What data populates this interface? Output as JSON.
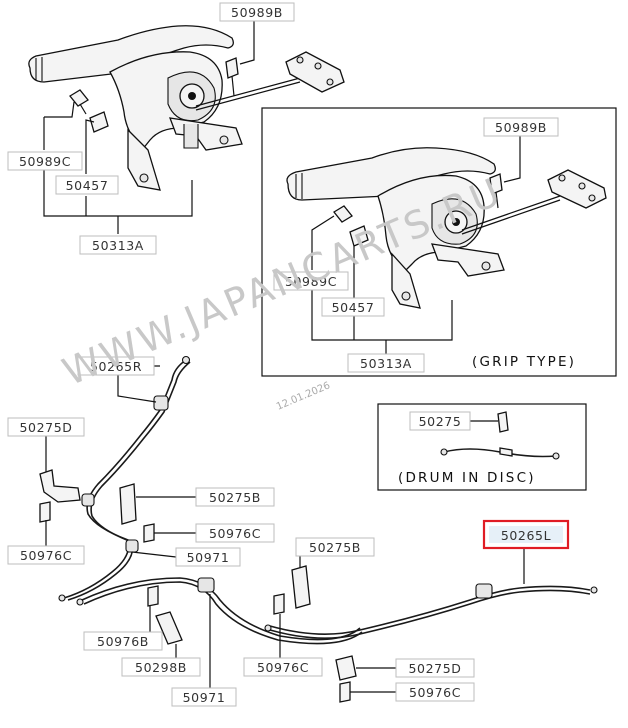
{
  "watermark": "WWW.JAPANCARTS.RU",
  "date_stamp": "12.01.2026",
  "captions": {
    "grip_type": "(GRIP TYPE)",
    "drum_in_disc": "(DRUM IN DISC)"
  },
  "labels": {
    "p50989B_main": "50989B",
    "p50989C_main": "50989C",
    "p50457_main": "50457",
    "p50313A_main": "50313A",
    "p50989B_grip": "50989B",
    "p50989C_grip": "50989C",
    "p50457_grip": "50457",
    "p50313A_grip": "50313A",
    "p50275_drum": "50275",
    "p50265R": "50265R",
    "p50275D_left": "50275D",
    "p50976C_left": "50976C",
    "p50275B_mid": "50275B",
    "p50976C_mid": "50976C",
    "p50971_mid": "50971",
    "p50275B_right": "50275B",
    "p50265L": "50265L",
    "p50976B": "50976B",
    "p50298B": "50298B",
    "p50971_bottom": "50971",
    "p50976C_bottom": "50976C",
    "p50275D_bottom": "50275D",
    "p50976C_bottomright": "50976C"
  },
  "highlighted_part": "50265L",
  "colors": {
    "highlight": "#e01c24",
    "label_box_border": "#bdbdbd",
    "label_text": "#333333",
    "watermark": "#c8c8c8"
  }
}
